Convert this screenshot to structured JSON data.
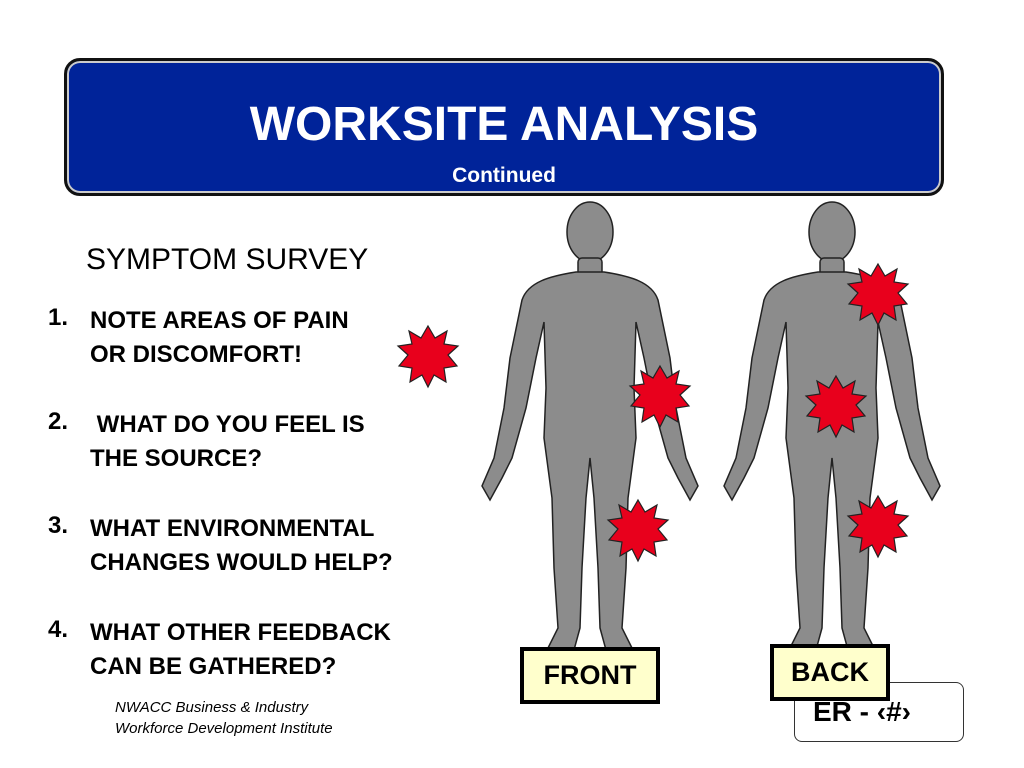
{
  "header": {
    "title": "WORKSITE ANALYSIS",
    "subtitle": "Continued",
    "color": "#002399"
  },
  "survey": {
    "heading": "SYMPTOM SURVEY",
    "items": [
      {
        "number": "1.",
        "text": "NOTE AREAS OF PAIN\nOR DISCOMFORT!"
      },
      {
        "number": "2.",
        "text": " WHAT DO YOU FEEL IS\nTHE SOURCE?"
      },
      {
        "number": "3.",
        "text": "WHAT ENVIRONMENTAL\nCHANGES WOULD HELP?"
      },
      {
        "number": "4.",
        "text": "WHAT OTHER FEEDBACK\nCAN BE GATHERED?"
      }
    ]
  },
  "figures": {
    "front_label": "FRONT",
    "back_label": "BACK",
    "body_color": "#8c8c8c",
    "marker_color": "#e8001c",
    "label_bg": "#ffffcc"
  },
  "slide_number": "ER - ‹#›",
  "footer": {
    "line1": "NWACC Business & Industry",
    "line2": "Workforce Development Institute"
  }
}
